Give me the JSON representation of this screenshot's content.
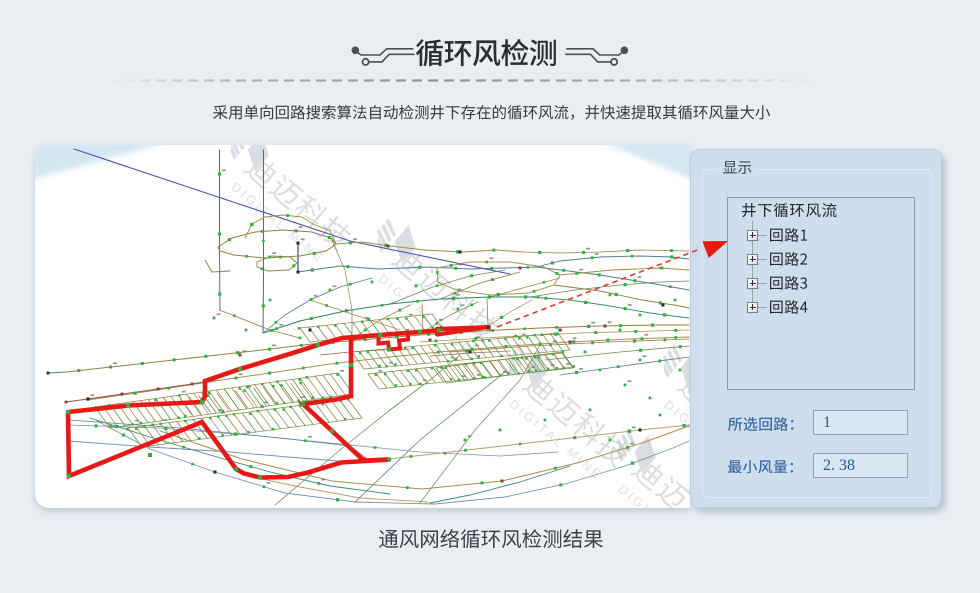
{
  "header": {
    "title": "循环风检测",
    "subtitle": "采用单向回路搜索算法自动检测井下存在的循环风流，并快速提取其循环风量大小"
  },
  "display_panel": {
    "group_label": "显示",
    "tree": {
      "root": "井下循环风流",
      "items": [
        {
          "label": "回路1"
        },
        {
          "label": "回路2"
        },
        {
          "label": "回路3"
        },
        {
          "label": "回路4"
        }
      ]
    },
    "fields": [
      {
        "label": "所选回路：",
        "value": "1"
      },
      {
        "label": "最小风量：",
        "value": "2. 38"
      }
    ]
  },
  "diagram": {
    "caption": "通风网络循环风检测结果",
    "watermark": {
      "cn": "迪迈科技",
      "en": "DIGITAL MINE"
    },
    "highlighted_loop": "回路1"
  },
  "colors": {
    "page_bg": "#e9eef3",
    "panel_bg": "#cfdeed",
    "accent_red": "#e61917",
    "label_blue": "#3b6ba5",
    "value_blue": "#2456a0",
    "node_green": "#2fae3e"
  }
}
